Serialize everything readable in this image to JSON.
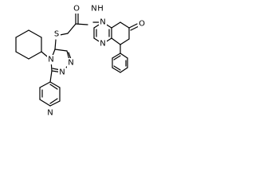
{
  "molecule": {
    "atom_labels": [
      "O",
      "N",
      "H",
      "S",
      "N",
      "N",
      "N",
      "N",
      "N",
      "O",
      "N"
    ],
    "colors": {
      "bond": "#000000",
      "text": "#000000",
      "background": "#ffffff"
    }
  }
}
